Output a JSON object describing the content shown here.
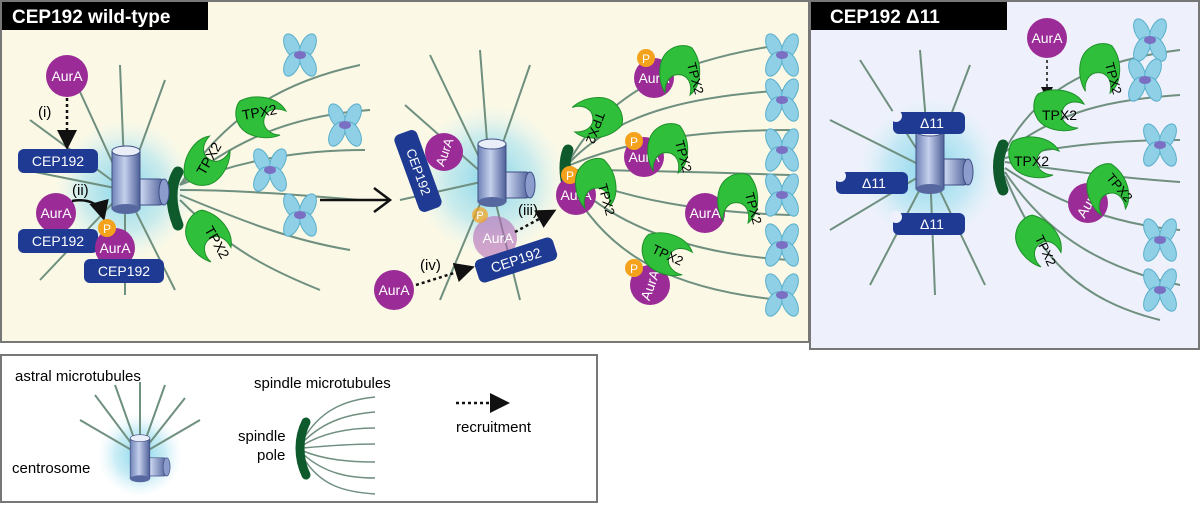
{
  "panels": {
    "wildtype": {
      "title": "CEP192 wild-type"
    },
    "delta11": {
      "title": "CEP192 Δ11"
    }
  },
  "labels": {
    "aura": "AurA",
    "tpx2": "TPX2",
    "cep192": "CEP192",
    "delta11": "Δ11",
    "phospho": "P"
  },
  "steps": {
    "i": "(i)",
    "ii": "(ii)",
    "iii": "(iii)",
    "iv": "(iv)"
  },
  "legend": {
    "astral": "astral microtubules",
    "centrosome": "centrosome",
    "spindle_mt": "spindle microtubules",
    "spindle_pole_1": "spindle",
    "spindle_pole_2": "pole",
    "recruitment": "recruitment"
  },
  "colors": {
    "panel1_bg": "#fbf9e6",
    "panel2_bg": "#eef1fb",
    "aura": "#9b2b96",
    "tpx2": "#2fbf3a",
    "cep192": "#1f3a93",
    "phospho": "#f4a21c",
    "microtubule": "#6f8f7f",
    "spindle_pole": "#0e5a2c",
    "chromosome": "#8fd0e6",
    "centrosome_glow": "#8fd6ea"
  }
}
